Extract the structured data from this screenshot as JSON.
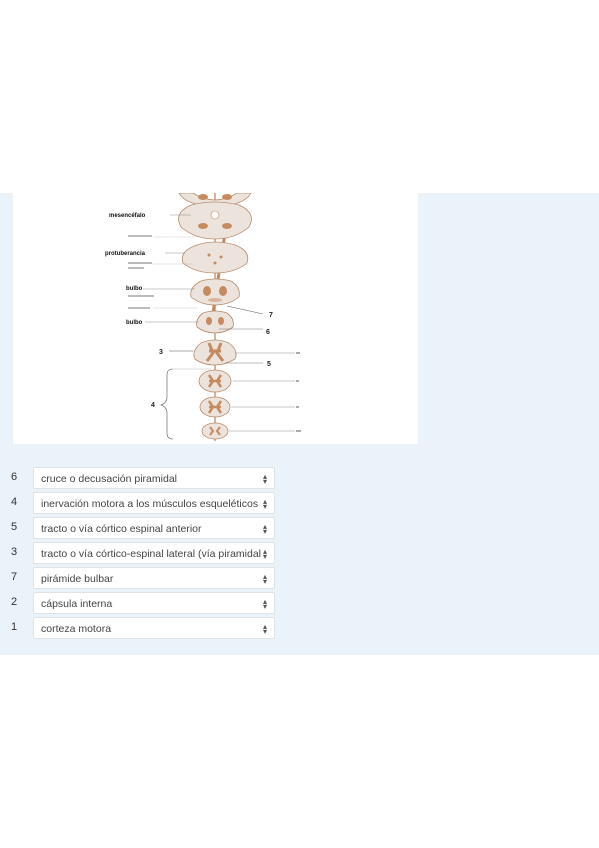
{
  "figure": {
    "labels": {
      "mesencefalo": "mesencéfalo",
      "protuberancia": "protuberancia",
      "bulbo1": "bulbo",
      "bulbo2": "bulbo"
    },
    "numbers": {
      "n7": "7",
      "n6": "6",
      "n3": "3",
      "n5": "5",
      "n4": "4"
    }
  },
  "rows": [
    {
      "number": "6",
      "selected": "cruce o decusación piramidal"
    },
    {
      "number": "4",
      "selected": "inervación motora a los músculos esqueléticos"
    },
    {
      "number": "5",
      "selected": "tracto o vía córtico espinal anterior"
    },
    {
      "number": "3",
      "selected": "tracto o vía córtico-espinal lateral (vía piramidal)"
    },
    {
      "number": "7",
      "selected": "pirámide bulbar"
    },
    {
      "number": "2",
      "selected": "cápsula interna"
    },
    {
      "number": "1",
      "selected": "corteza motora"
    }
  ],
  "colors": {
    "panel": "#eaf3f9",
    "tissue": "#c58a60"
  }
}
